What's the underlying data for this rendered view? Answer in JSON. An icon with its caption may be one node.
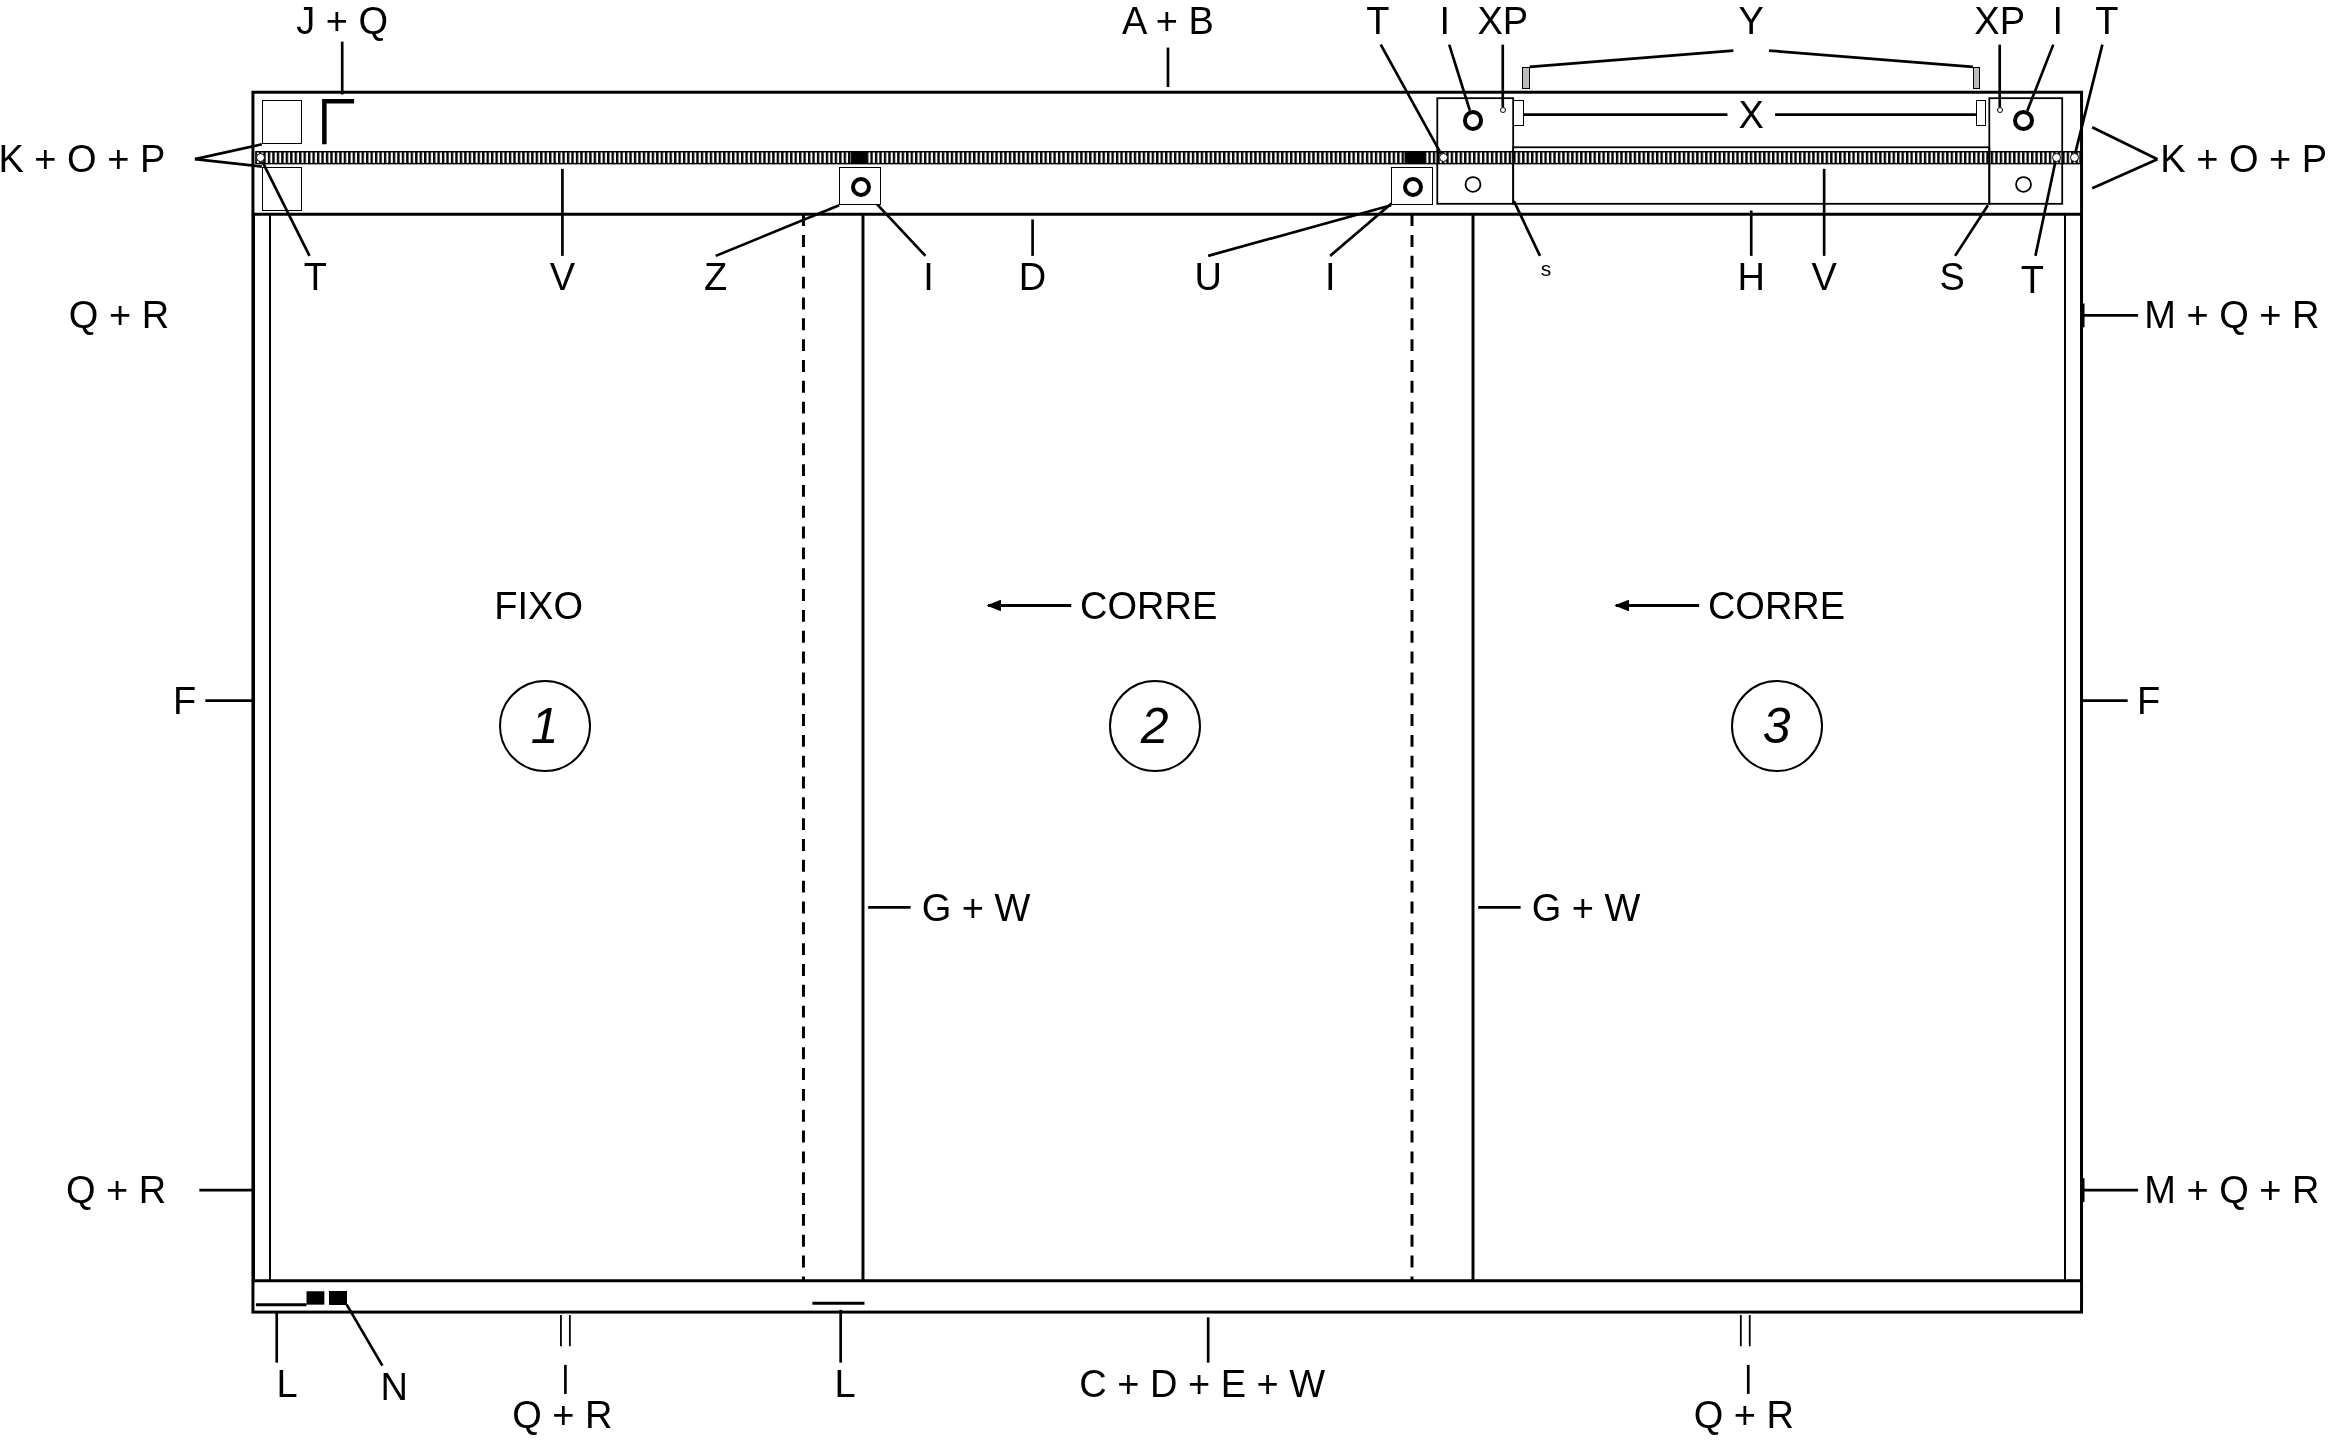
{
  "diagram": {
    "nodes": [
      {
        "text": [
          "J + Q"
        ]
      },
      {
        "text": [
          "A + B"
        ]
      },
      {
        "text": [
          "T"
        ]
      },
      {
        "text": [
          "I"
        ]
      },
      {
        "text": [
          "XP"
        ]
      },
      {
        "text": [
          "Y"
        ]
      },
      {
        "text": [
          "XP"
        ]
      },
      {
        "text": [
          "I"
        ]
      },
      {
        "text": [
          "T"
        ]
      },
      {
        "text": [
          "K + O + P"
        ]
      },
      {
        "text": [
          "X"
        ]
      },
      {
        "text": [
          "K + O + P"
        ]
      },
      {
        "text": [
          "T"
        ]
      },
      {
        "text": [
          "V"
        ]
      },
      {
        "text": [
          "Z"
        ]
      },
      {
        "text": [
          "I"
        ]
      },
      {
        "text": [
          "D"
        ]
      },
      {
        "text": [
          "U"
        ]
      },
      {
        "text": [
          "I"
        ]
      },
      {
        "text": [
          "s"
        ]
      },
      {
        "text": [
          "H"
        ]
      },
      {
        "text": [
          "V"
        ]
      },
      {
        "text": [
          "S"
        ]
      },
      {
        "text": [
          "T"
        ]
      },
      {
        "text": [
          "M + Q + R"
        ]
      },
      {
        "text": [
          "F"
        ]
      },
      {
        "text": [
          "1"
        ]
      },
      {
        "text": [
          "2"
        ]
      },
      {
        "text": [
          "3"
        ]
      },
      {
        "text": [
          "F"
        ]
      },
      {
        "text": [
          "G + W"
        ]
      },
      {
        "text": [
          "G + W"
        ]
      },
      {
        "text": [
          "Q + R"
        ]
      },
      {
        "text": [
          "M + Q + R"
        ]
      },
      {
        "text": [
          "L"
        ]
      },
      {
        "text": [
          "N"
        ]
      },
      {
        "text": [
          "Q + R"
        ]
      },
      {
        "text": [
          "L"
        ]
      },
      {
        "text": [
          "C + D + E + W"
        ]
      },
      {
        "text": [
          "Q + R"
        ]
      },
      {
        "text": [],
        "shape": "circle"
      },
      {
        "text": [],
        "shape": "circle"
      },
      {
        "text": [],
        "shape": "circle"
      },
      {
        "text": [],
        "shape": "circle"
      },
      {
        "text": [],
        "shape": "box"
      },
      {
        "text": [],
        "shape": "circle",
        "in": 44
      },
      {
        "text": [],
        "shape": "box"
      },
      {
        "text": [],
        "shape": "circle",
        "in": 46
      },
      {
        "text": [],
        "shape": "circle"
      },
      {
        "text": [],
        "shape": "circle"
      },
      {
        "text": [],
        "shape": "circle"
      },
      {
        "text": [],
        "shape": "circle"
      },
      {
        "text": [],
        "shape": "box"
      },
      {
        "text": [],
        "shape": "box"
      },
      {
        "text": [],
        "shape": "box"
      },
      {
        "text": [],
        "shape": "box"
      },
      {
        "text": [],
        "shape": "box"
      },
      {
        "text": [],
        "shape": "box"
      },
      {
        "text": [],
        "shape": "bar"
      },
      {
        "text": [],
        "shape": "bar"
      },
      {
        "text": [],
        "shape": "box"
      }
    ],
    "edges": [
      {
        "from": 0,
        "to": null,
        "arrow": "none"
      },
      {
        "from": 1,
        "to": null,
        "arrow": "none"
      },
      {
        "from": 2,
        "to": 41,
        "arrow": "none"
      },
      {
        "from": 3,
        "to": 48,
        "arrow": "none"
      },
      {
        "from": 4,
        "to": 50,
        "arrow": "none"
      },
      {
        "from": 5,
        "to": 52,
        "arrow": "none"
      },
      {
        "from": 5,
        "to": 53,
        "arrow": "none"
      },
      {
        "from": 6,
        "to": 51,
        "arrow": "none"
      },
      {
        "from": 7,
        "to": 49,
        "arrow": "none"
      },
      {
        "from": 8,
        "to": 43,
        "arrow": "none"
      },
      {
        "from": 9,
        "to": 56,
        "arrow": "none"
      },
      {
        "from": 9,
        "to": 57,
        "arrow": "none"
      },
      {
        "from": 11,
        "to": null,
        "arrow": "none"
      },
      {
        "from": 11,
        "to": null,
        "arrow": "none"
      },
      {
        "from": 10,
        "to": 54,
        "arrow": "none"
      },
      {
        "from": 10,
        "to": 55,
        "arrow": "none"
      },
      {
        "from": 12,
        "to": 40,
        "arrow": "none"
      },
      {
        "from": 13,
        "to": null,
        "arrow": "none"
      },
      {
        "from": 14,
        "to": 44,
        "arrow": "none"
      },
      {
        "from": 15,
        "to": 45,
        "arrow": "none"
      },
      {
        "from": 16,
        "to": null,
        "arrow": "none"
      },
      {
        "from": 17,
        "to": 46,
        "arrow": "none"
      },
      {
        "from": 18,
        "to": 47,
        "arrow": "none"
      },
      {
        "from": 19,
        "to": null,
        "arrow": "none"
      },
      {
        "from": 20,
        "to": null,
        "arrow": "none"
      },
      {
        "from": 21,
        "to": null,
        "arrow": "none"
      },
      {
        "from": 22,
        "to": null,
        "arrow": "none"
      },
      {
        "from": 23,
        "to": 42,
        "arrow": "none"
      },
      {
        "from": 24,
        "to": 59,
        "arrow": "other"
      },
      {
        "from": 25,
        "to": 58,
        "arrow": "none"
      },
      {
        "from": 29,
        "to": 59,
        "arrow": "none"
      },
      {
        "from": 30,
        "to": null,
        "arrow": "none"
      },
      {
        "from": 31,
        "to": null,
        "arrow": "none"
      },
      {
        "from": 32,
        "to": 58,
        "arrow": "none"
      },
      {
        "from": 33,
        "to": 59,
        "arrow": "other"
      },
      {
        "from": 34,
        "to": null,
        "arrow": "none"
      },
      {
        "from": 35,
        "to": 60,
        "arrow": "none"
      },
      {
        "from": 36,
        "to": null,
        "arrow": "none"
      },
      {
        "from": 37,
        "to": null,
        "arrow": "none"
      },
      {
        "from": 38,
        "to": null,
        "arrow": "none"
      },
      {
        "from": 39,
        "to": null,
        "arrow": "none"
      }
    ],
    "labels": [
      "Q + R",
      "FIXO",
      "CORRE",
      "CORRE"
    ]
  }
}
